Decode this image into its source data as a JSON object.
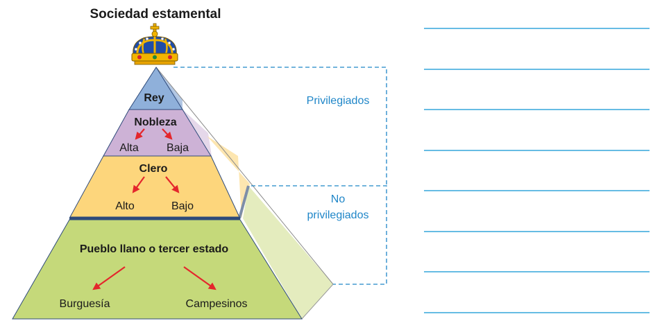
{
  "title": "Sociedad estamental",
  "levels": {
    "rey": {
      "label": "Rey"
    },
    "nobleza": {
      "label": "Nobleza",
      "subgroups": [
        "Alta",
        "Baja"
      ]
    },
    "clero": {
      "label": "Clero",
      "subgroups": [
        "Alto",
        "Bajo"
      ]
    },
    "pueblo": {
      "label": "Pueblo llano o tercer estado",
      "subgroups": [
        "Burguesía",
        "Campesinos"
      ]
    }
  },
  "groups": {
    "privilegiados": "Privilegiados",
    "no_privilegiados": [
      "No",
      "privilegiados"
    ]
  },
  "answer_lines_count": 8,
  "icons": {
    "crown": "crown-icon",
    "arrow": "red-arrow-icon"
  },
  "colors": {
    "rey": "#8fb0da",
    "nobleza": "#cdb2d6",
    "clero": "#fdd67c",
    "pueblo": "#c5d97a",
    "arrow": "#e4262c",
    "group_label": "#1f86c8",
    "answer_line": "#33a6dc"
  }
}
